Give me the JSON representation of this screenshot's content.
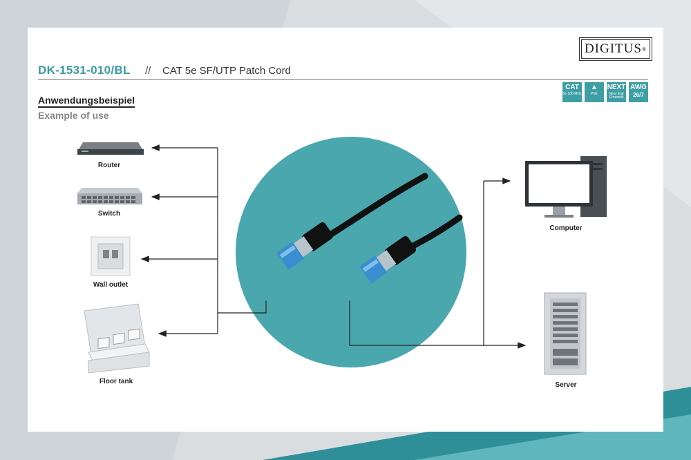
{
  "header": {
    "product_code": "DK-1531-010/BL",
    "separator": "//",
    "product_title": "CAT 5e SF/UTP Patch Cord"
  },
  "brand": {
    "logo_text": "DIGITUS",
    "registered_mark": "®"
  },
  "badges": [
    {
      "line1": "CAT",
      "line2": "5e 100 MHz"
    },
    {
      "line1": "",
      "line2": "PoE"
    },
    {
      "line1": "NEXT",
      "line2": "Near End Crosstalk"
    },
    {
      "line1": "AWG",
      "line2": "26/7"
    }
  ],
  "section": {
    "title_de": "Anwendungsbeispiel",
    "title_en": "Example of use"
  },
  "devices": {
    "router": "Router",
    "switch": "Switch",
    "wall_outlet": "Wall outlet",
    "floor_tank": "Floor tank",
    "computer": "Computer",
    "server": "Server"
  },
  "colors": {
    "accent": "#3a9aa3",
    "circle": "#4aa7ad",
    "cable": "#1a1a1a",
    "connector": "#3a8ed0"
  }
}
